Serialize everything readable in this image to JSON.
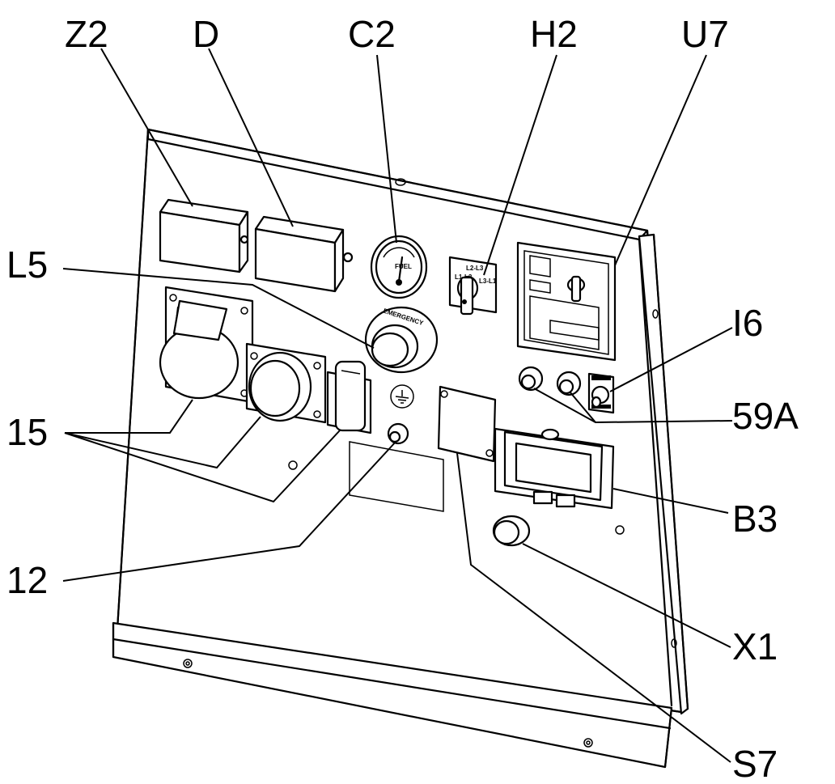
{
  "callouts": {
    "z2": "Z2",
    "d": "D",
    "c2": "C2",
    "h2": "H2",
    "u7": "U7",
    "l5": "L5",
    "i6": "I6",
    "a59": "59A",
    "n15": "15",
    "b3": "B3",
    "n12": "12",
    "x1": "X1",
    "s7": "S7"
  },
  "panel_markings": {
    "emergency": "EMERGENCY",
    "selector_left": "L1-L2",
    "selector_top": "L2-L3",
    "selector_right": "L3-L1"
  },
  "colors": {
    "ink": "#000000",
    "background": "#ffffff",
    "shade": "#e6e6e6"
  }
}
